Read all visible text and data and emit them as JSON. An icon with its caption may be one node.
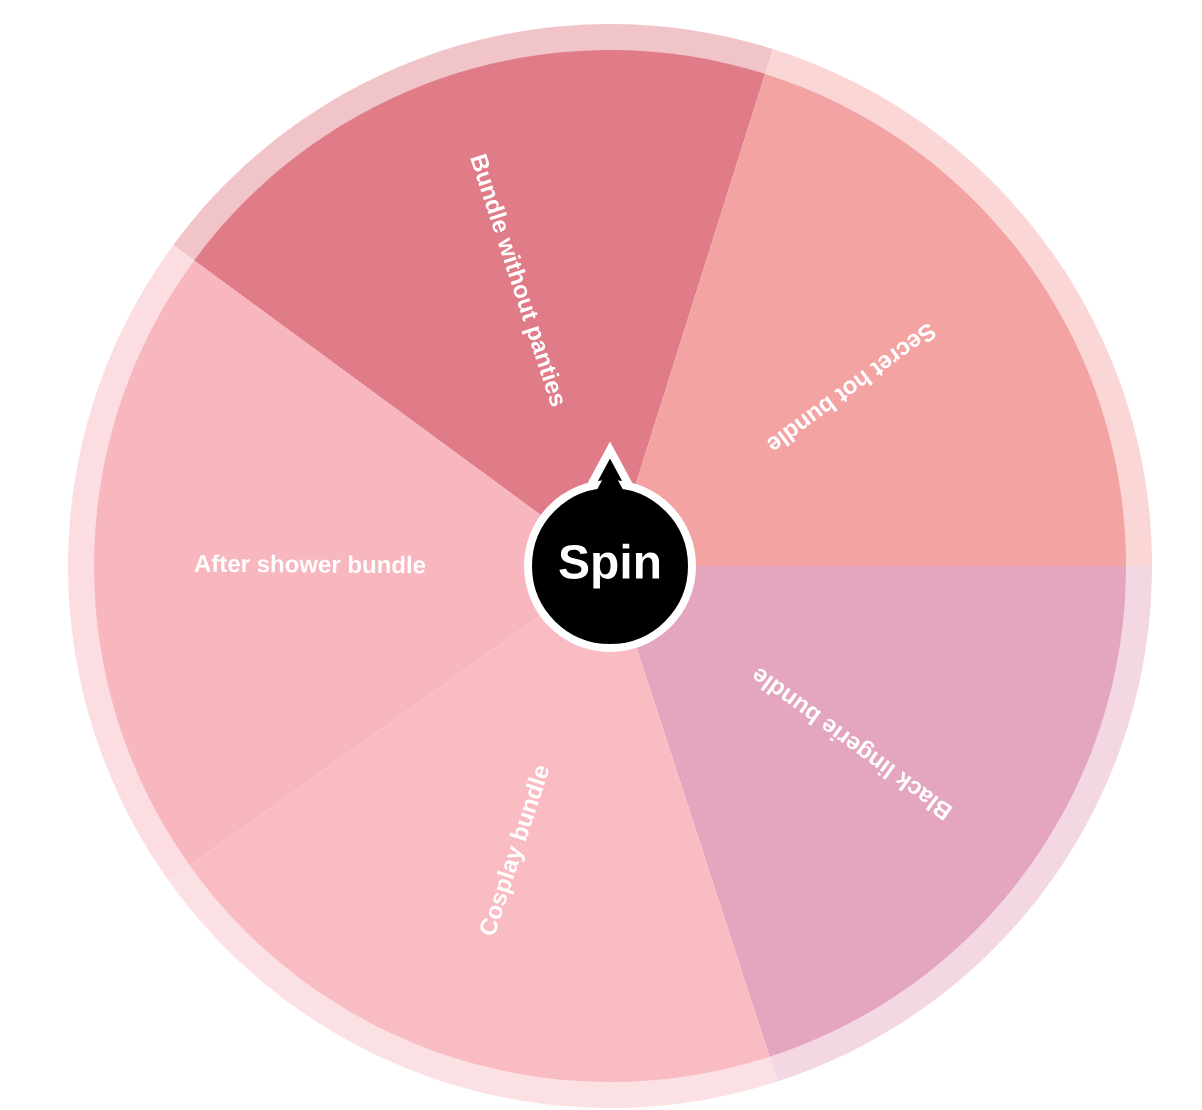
{
  "diagram": {
    "nodes": [
      {
        "text": [
          "Bundle without panties"
        ]
      },
      {
        "text": [
          "Secret hot bundle"
        ]
      },
      {
        "text": [
          "After shower bundle"
        ]
      },
      {
        "text": [
          "Black lingerie bundle"
        ]
      },
      {
        "text": [
          "Cosplay bundle"
        ]
      },
      {
        "text": [
          "Spin"
        ]
      }
    ]
  }
}
